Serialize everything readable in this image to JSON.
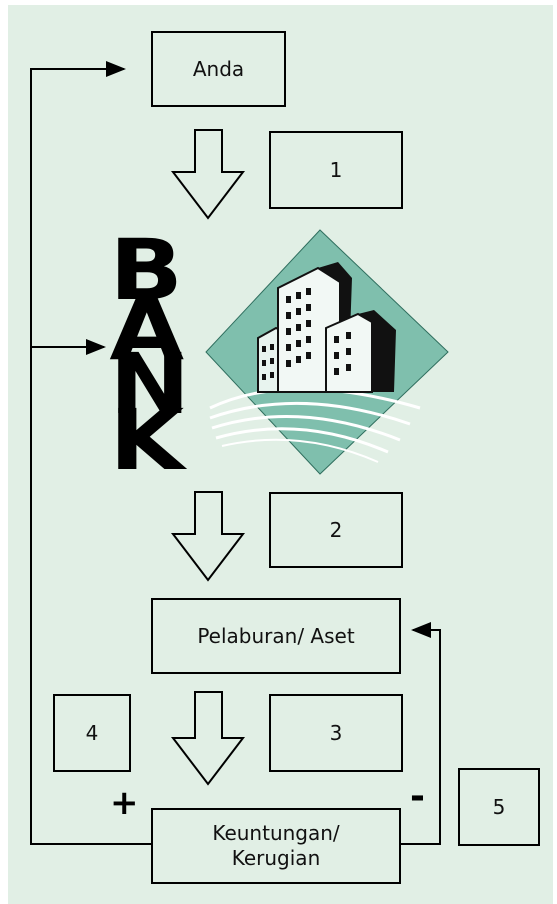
{
  "boxes": {
    "anda": "Anda",
    "step1": "1",
    "step2": "2",
    "pelaburan": "Pelaburan/ Aset",
    "step3": "3",
    "step4": "4",
    "keuntungan_line1": "Keuntungan/",
    "keuntungan_line2": "Kerugian",
    "step5": "5"
  },
  "bank": {
    "letters": [
      "B",
      "A",
      "N",
      "K"
    ]
  },
  "signs": {
    "plus": "+",
    "minus": "-"
  },
  "colors": {
    "panel": "#e1efe5",
    "logo_teal": "#7fbfad",
    "logo_dark": "#2f6e5e",
    "stroke": "#000000"
  },
  "icons": {
    "bank_building": "bank-building-logo-icon",
    "down_arrow": "down-arrow-icon"
  }
}
